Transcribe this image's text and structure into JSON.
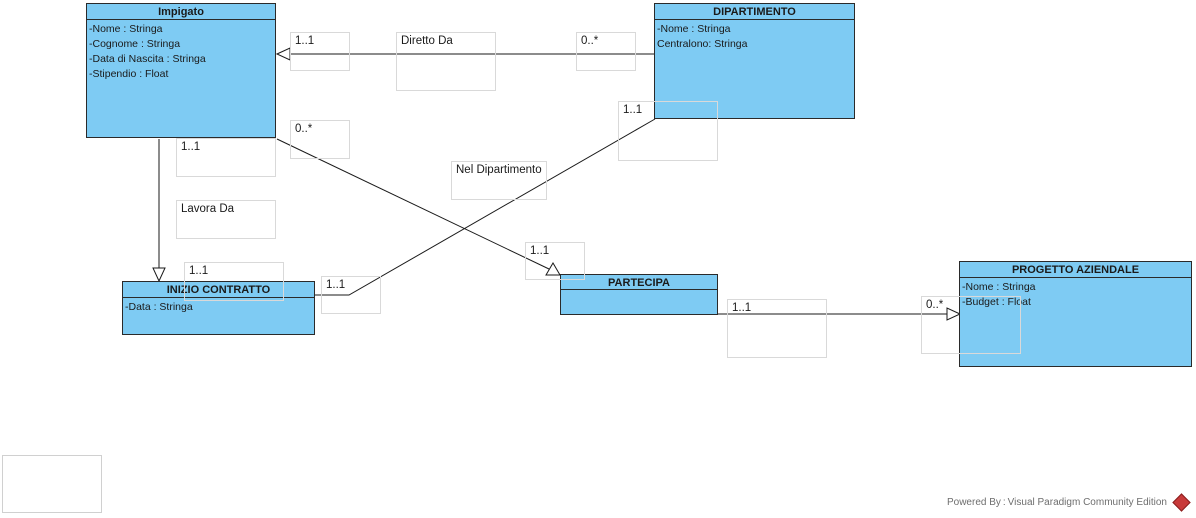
{
  "classes": {
    "impiegato": {
      "name": "Impigato",
      "attributes": [
        "-Nome : Stringa",
        "-Cognome : Stringa",
        "-Data di Nascita : Stringa",
        "-Stipendio : Float"
      ]
    },
    "dipartimento": {
      "name": "DIPARTIMENTO",
      "attributes": [
        "-Nome : Stringa",
        "Centralono: Stringa"
      ]
    },
    "inizio_contratto": {
      "name": "INIZIO CONTRATTO",
      "attributes": [
        "-Data : Stringa"
      ]
    },
    "partecipa": {
      "name": "PARTECIPA",
      "attributes": []
    },
    "progetto_aziendale": {
      "name": "PROGETTO AZIENDALE",
      "attributes": [
        "-Nome : Stringa",
        "-Budget : Float"
      ]
    }
  },
  "associations": {
    "diretto_da": {
      "name": "Diretto Da",
      "source_mult": "0..*",
      "target_mult": "1..1"
    },
    "lavora_da": {
      "name": "Lavora Da",
      "source_mult": "1..1",
      "target_mult": "1..1"
    },
    "nel_dipartimento": {
      "name": "Nel Dipartimento",
      "source_mult": "1..1",
      "target_mult": "1..1"
    },
    "impiegato_partecipa": {
      "source_mult": "0..*",
      "target_mult": "1..1"
    },
    "partecipa_progetto": {
      "source_mult": "1..1",
      "target_mult": "0..*"
    }
  },
  "footer": {
    "text": "Powered By : Visual Paradigm Community Edition",
    "logo_icon": "visual-paradigm-logo-icon"
  },
  "colors": {
    "class_fill": "#7ecbf3",
    "class_border": "#2a2a2a",
    "line": "#1a1a1a"
  }
}
